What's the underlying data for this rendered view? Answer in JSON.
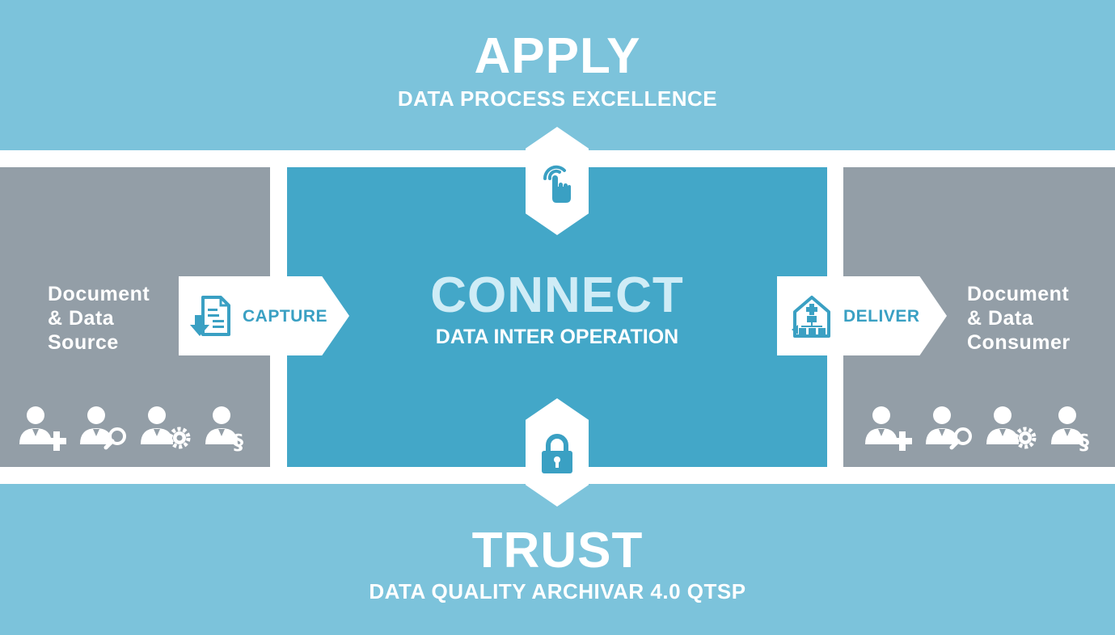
{
  "apply": {
    "title": "APPLY",
    "subtitle": "DATA PROCESS EXCELLENCE"
  },
  "connect": {
    "title": "CONNECT",
    "subtitle": "DATA INTER OPERATION"
  },
  "trust": {
    "title": "TRUST",
    "subtitle": "DATA QUALITY ARCHIVAR 4.0 QTSP"
  },
  "source": {
    "lines": [
      "Document",
      "& Data",
      "Source"
    ]
  },
  "consumer": {
    "lines": [
      "Document",
      "& Data",
      "Consumer"
    ]
  },
  "capture": {
    "label": "CAPTURE",
    "icon": "document-download-icon"
  },
  "deliver": {
    "label": "DELIVER",
    "icon": "house-hierarchy-icon"
  },
  "hex_top": {
    "icon": "touch-hand-icon"
  },
  "hex_bottom": {
    "icon": "padlock-icon"
  },
  "user_icons": [
    "user-plus-icon",
    "user-search-icon",
    "user-settings-icon",
    "user-legal-icon"
  ],
  "colors": {
    "band": "#7cc3db",
    "center": "#43a7c8",
    "side_panel": "#939ea7",
    "accent_text": "#3aa0c3",
    "connect_title": "#cfecf6",
    "white": "#ffffff"
  }
}
